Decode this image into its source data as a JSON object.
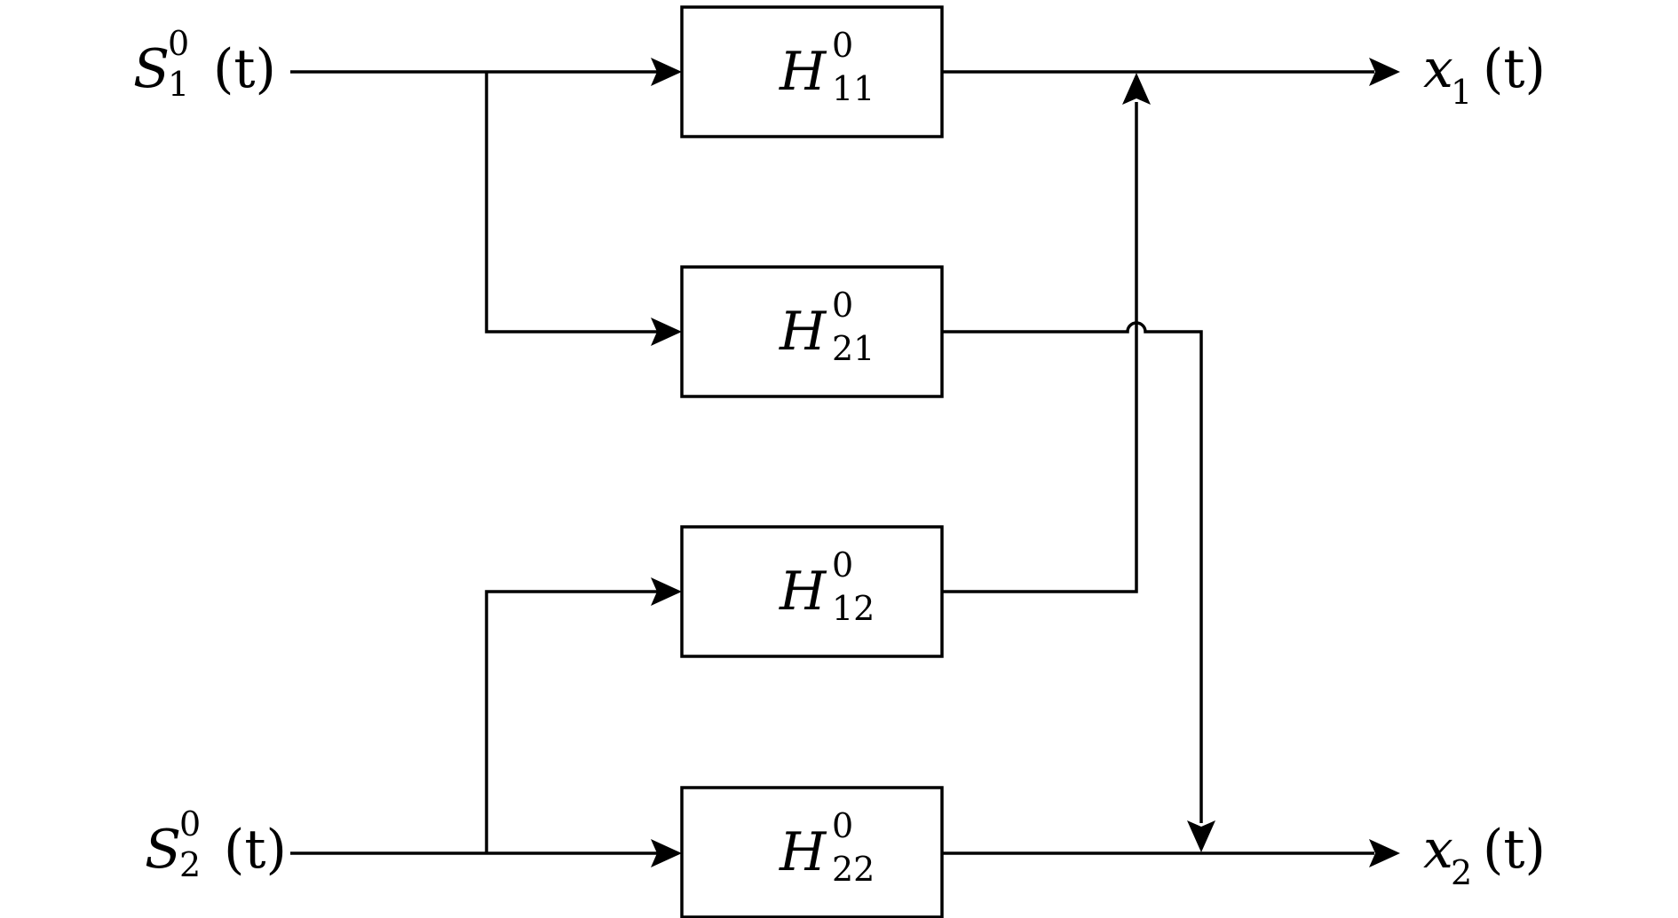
{
  "blocks": {
    "h11": {
      "symbol": "H",
      "sup": "0",
      "sub": "11"
    },
    "h21": {
      "symbol": "H",
      "sup": "0",
      "sub": "21"
    },
    "h12": {
      "symbol": "H",
      "sup": "0",
      "sub": "12"
    },
    "h22": {
      "symbol": "H",
      "sup": "0",
      "sub": "22"
    }
  },
  "inputs": {
    "s1": {
      "symbol": "S",
      "sup": "0",
      "sub": "1",
      "arg": "(t)"
    },
    "s2": {
      "symbol": "S",
      "sup": "0",
      "sub": "2",
      "arg": "(t)"
    }
  },
  "outputs": {
    "x1": {
      "symbol": "x",
      "sub": "1",
      "arg": "(t)"
    },
    "x2": {
      "symbol": "x",
      "sub": "2",
      "arg": "(t)"
    }
  }
}
